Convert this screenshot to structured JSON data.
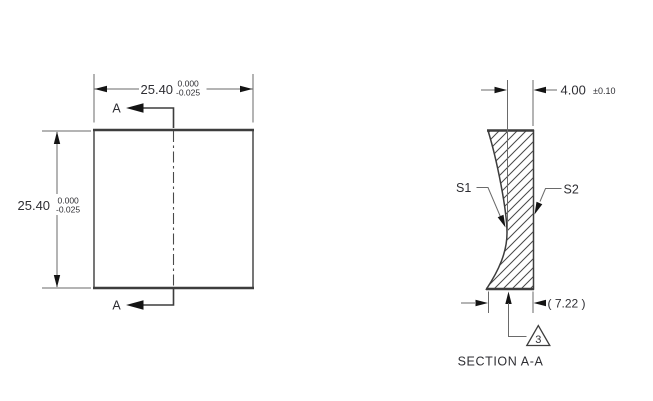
{
  "drawing": {
    "type": "2D engineering drawing, square optical part with concave section",
    "colors": {
      "background": "#ffffff",
      "outline": "#3d3d3d",
      "dimension_lines": "#6a6a6a",
      "text": "#2e2e33",
      "arrowheads": "#141414"
    },
    "front_view": {
      "width_dim": {
        "nominal": "25.40",
        "tol_upper": "0.000",
        "tol_lower": "-0.025"
      },
      "height_dim": {
        "nominal": "25.40",
        "tol_upper": "0.000",
        "tol_lower": "-0.025"
      },
      "cut_label_top": "A",
      "cut_label_bottom": "A"
    },
    "section_view": {
      "title": "SECTION A-A",
      "center_thickness": {
        "nominal": "4.00",
        "tolerance": "±0.10"
      },
      "edge_thickness_ref": "( 7.22 )",
      "surface_1": "S1",
      "surface_2": "S2",
      "flag_note": "3"
    }
  }
}
